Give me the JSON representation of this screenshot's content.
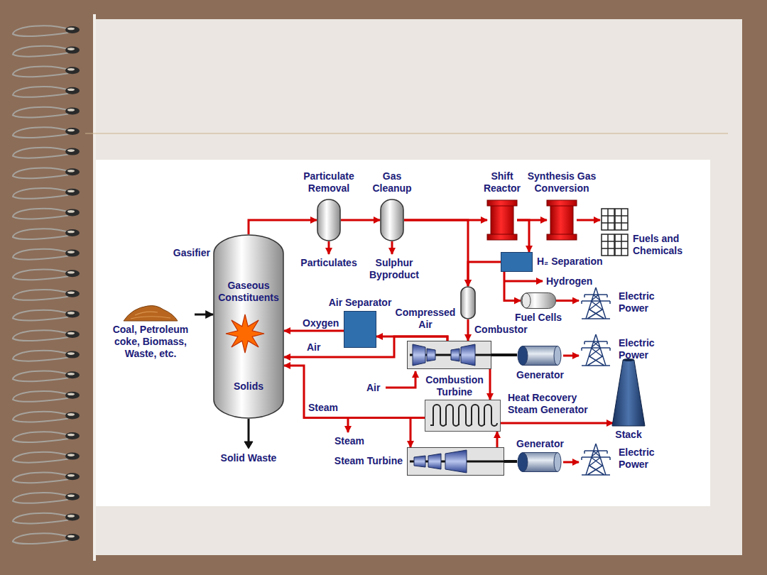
{
  "diagram": {
    "nodes": [
      {
        "text": [
          "Coal, Petroleum coke, Biomass, Waste, etc."
        ]
      },
      {
        "text": [
          "Gasifier",
          "Gaseous Constituents",
          "Solids"
        ]
      },
      {
        "text": [
          "Particulate Removal"
        ]
      },
      {
        "text": [
          "Gas Cleanup"
        ]
      },
      {
        "text": [
          "Shift Reactor"
        ]
      },
      {
        "text": [
          "Synthesis Gas Conversion"
        ]
      },
      {
        "text": [
          "Fuels and Chemicals"
        ]
      },
      {
        "text": [
          "H₂ Separation"
        ]
      },
      {
        "text": [
          "Fuel Cells"
        ]
      },
      {
        "text": [
          "Electric Power"
        ]
      },
      {
        "text": [
          "Combustor"
        ]
      },
      {
        "text": [
          "Air Separator"
        ]
      },
      {
        "text": [
          "Combustion Turbine"
        ]
      },
      {
        "text": [
          "Generator"
        ]
      },
      {
        "text": [
          "Electric Power"
        ]
      },
      {
        "text": [
          "Heat Recovery Steam Generator"
        ]
      },
      {
        "text": [
          "Stack"
        ]
      },
      {
        "text": [
          "Steam Turbine"
        ]
      },
      {
        "text": [
          "Generator"
        ]
      },
      {
        "text": [
          "Electric Power"
        ]
      }
    ],
    "edges": [
      {
        "from": 0,
        "to": 1,
        "arrow": "to"
      },
      {
        "from": 1,
        "to": 2,
        "arrow": "to"
      },
      {
        "from": 2,
        "to": 3,
        "arrow": "to"
      },
      {
        "from": 3,
        "to": 4,
        "arrow": "to"
      },
      {
        "from": 3,
        "to": 10,
        "arrow": "to"
      },
      {
        "from": 4,
        "to": 5,
        "arrow": "to"
      },
      {
        "from": 5,
        "to": 6,
        "arrow": "to"
      },
      {
        "from": 4,
        "to": 7,
        "arrow": "to"
      },
      {
        "from": 7,
        "to": 10,
        "arrow": "to"
      },
      {
        "from": 7,
        "to": 8,
        "arrow": "to"
      },
      {
        "from": 8,
        "to": 9,
        "arrow": "to"
      },
      {
        "from": 10,
        "to": 12,
        "arrow": "to"
      },
      {
        "from": 12,
        "to": 11,
        "label": "Compressed Air",
        "arrow": "to"
      },
      {
        "from": 11,
        "to": 1,
        "label": "Oxygen",
        "arrow": "to"
      },
      {
        "from": 12,
        "to": 1,
        "label": "Air",
        "arrow": "to"
      },
      {
        "from": 12,
        "to": 13,
        "arrow": "none"
      },
      {
        "from": 13,
        "to": 14,
        "arrow": "to"
      },
      {
        "from": 12,
        "to": 15,
        "arrow": "to"
      },
      {
        "from": 15,
        "to": 16,
        "arrow": "to"
      },
      {
        "from": 15,
        "to": 17,
        "arrow": "to"
      },
      {
        "from": 15,
        "to": 1,
        "label": "Steam",
        "arrow": "to"
      },
      {
        "from": 17,
        "to": 15,
        "arrow": "to"
      },
      {
        "from": 17,
        "to": 18,
        "arrow": "none"
      },
      {
        "from": 18,
        "to": 19,
        "arrow": "to"
      }
    ],
    "labels": [
      "Particulates",
      "Sulphur Byproduct",
      "Hydrogen",
      "Air",
      "Steam",
      "Solid Waste"
    ]
  }
}
